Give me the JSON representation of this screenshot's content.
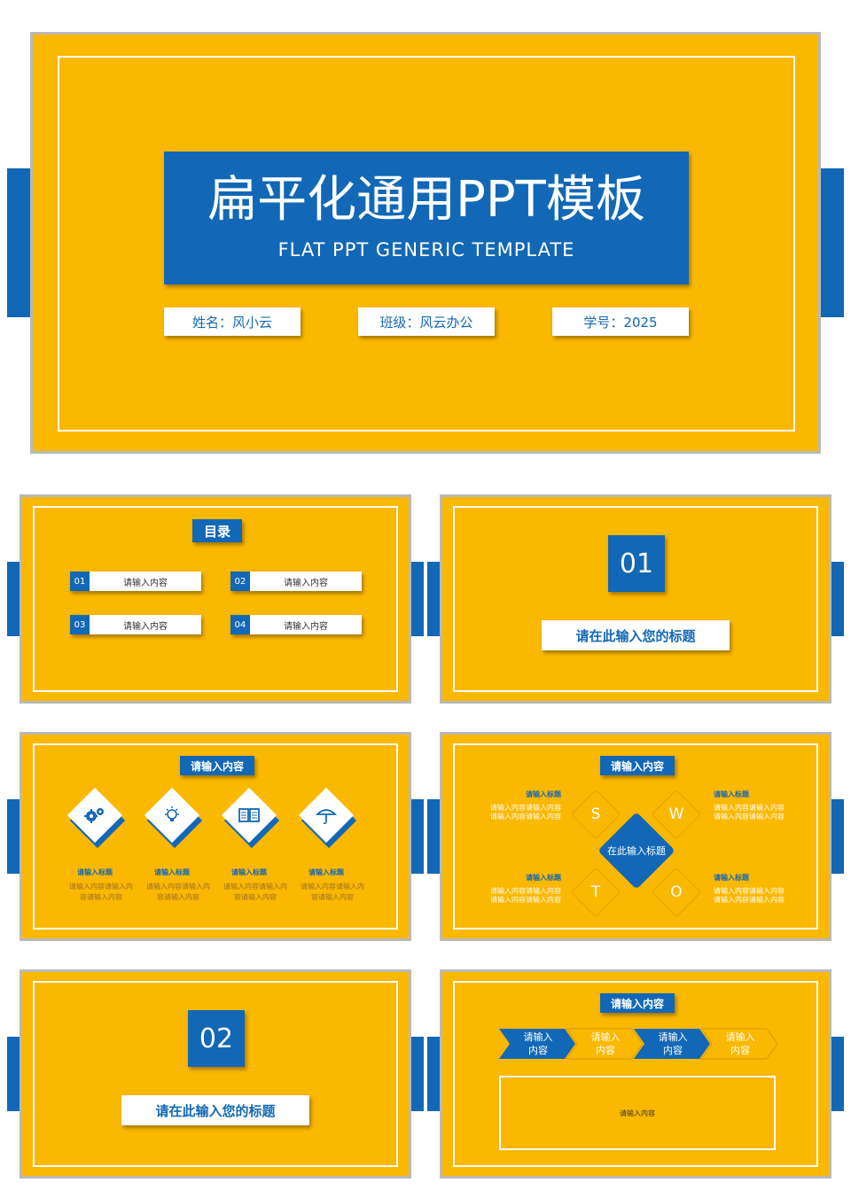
{
  "colors": {
    "accent": "#1268b6",
    "background": "#fbb800",
    "white": "#ffffff"
  },
  "cover": {
    "title": "扁平化通用PPT模板",
    "subtitle": "FLAT PPT GENERIC TEMPLATE",
    "fields": [
      "姓名：风小云",
      "班级：风云办公",
      "学号：2025"
    ]
  },
  "toc": {
    "title": "目录",
    "items": [
      {
        "num": "01",
        "label": "请输入内容"
      },
      {
        "num": "02",
        "label": "请输入内容"
      },
      {
        "num": "03",
        "label": "请输入内容"
      },
      {
        "num": "04",
        "label": "请输入内容"
      }
    ]
  },
  "section1": {
    "num": "01",
    "title": "请在此输入您的标题"
  },
  "icons_slide": {
    "title": "请输入内容",
    "items": [
      {
        "icon": "gears-icon",
        "heading": "请输入标题",
        "body": "请输入内容请输入内容请输入内容"
      },
      {
        "icon": "lightbulb-icon",
        "heading": "请输入标题",
        "body": "请输入内容请输入内容请输入内容"
      },
      {
        "icon": "book-icon",
        "heading": "请输入标题",
        "body": "请输入内容请输入内容请输入内容"
      },
      {
        "icon": "umbrella-icon",
        "heading": "请输入标题",
        "body": "请输入内容请输入内容请输入内容"
      }
    ]
  },
  "swot": {
    "title": "请输入内容",
    "center": "在此输入标题",
    "letters": [
      "S",
      "W",
      "T",
      "O"
    ],
    "blocks": [
      {
        "heading": "请输入标题",
        "line1": "请输入内容请输入内容",
        "line2": "请输入内容请输入内容"
      },
      {
        "heading": "请输入标题",
        "line1": "请输入内容请输入内容",
        "line2": "请输入内容请输入内容"
      },
      {
        "heading": "请输入标题",
        "line1": "请输入内容请输入内容",
        "line2": "请输入内容请输入内容"
      },
      {
        "heading": "请输入标题",
        "line1": "请输入内容请输入内容",
        "line2": "请输入内容请输入内容"
      }
    ]
  },
  "section2": {
    "num": "02",
    "title": "请在此输入您的标题"
  },
  "process": {
    "title": "请输入内容",
    "steps": [
      {
        "line1": "请输入",
        "line2": "内容"
      },
      {
        "line1": "请输入",
        "line2": "内容"
      },
      {
        "line1": "请输入",
        "line2": "内容"
      },
      {
        "line1": "请输入",
        "line2": "内容"
      }
    ],
    "box_text": "请输入内容"
  }
}
